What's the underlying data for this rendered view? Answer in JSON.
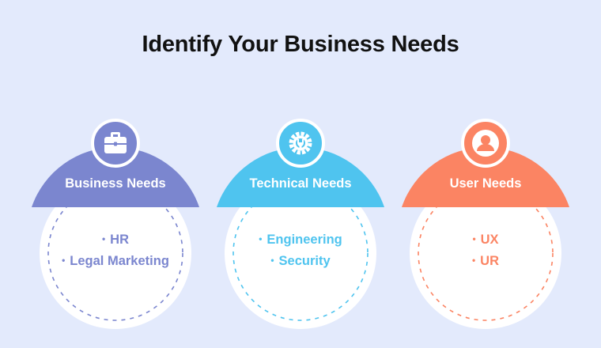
{
  "title": "Identify Your Business Needs",
  "cards": [
    {
      "label": "Business Needs",
      "icon": "briefcase-icon",
      "color": "#7b86cf",
      "items": [
        "HR",
        "Legal Marketing"
      ]
    },
    {
      "label": "Technical Needs",
      "icon": "gear-wrench-icon",
      "color": "#4fc4ef",
      "items": [
        "Engineering",
        "Security"
      ]
    },
    {
      "label": "User Needs",
      "icon": "user-icon",
      "color": "#fb8463",
      "items": [
        "UX",
        "UR"
      ]
    }
  ],
  "bullet": "•"
}
